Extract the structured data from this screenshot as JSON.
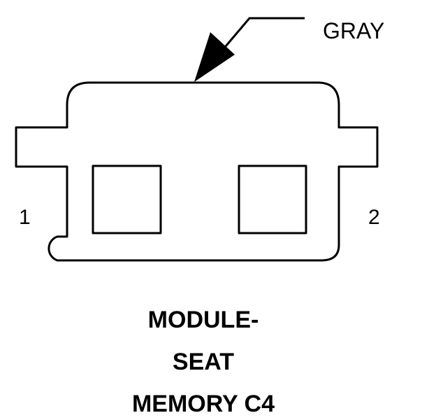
{
  "connector": {
    "wire_color_label": "GRAY",
    "pins": [
      {
        "label": "1"
      },
      {
        "label": "2"
      }
    ]
  },
  "caption": {
    "lines": [
      "MODULE-",
      "SEAT",
      "MEMORY C4"
    ]
  },
  "colors": {
    "line": "#000000",
    "background": "#ffffff"
  }
}
